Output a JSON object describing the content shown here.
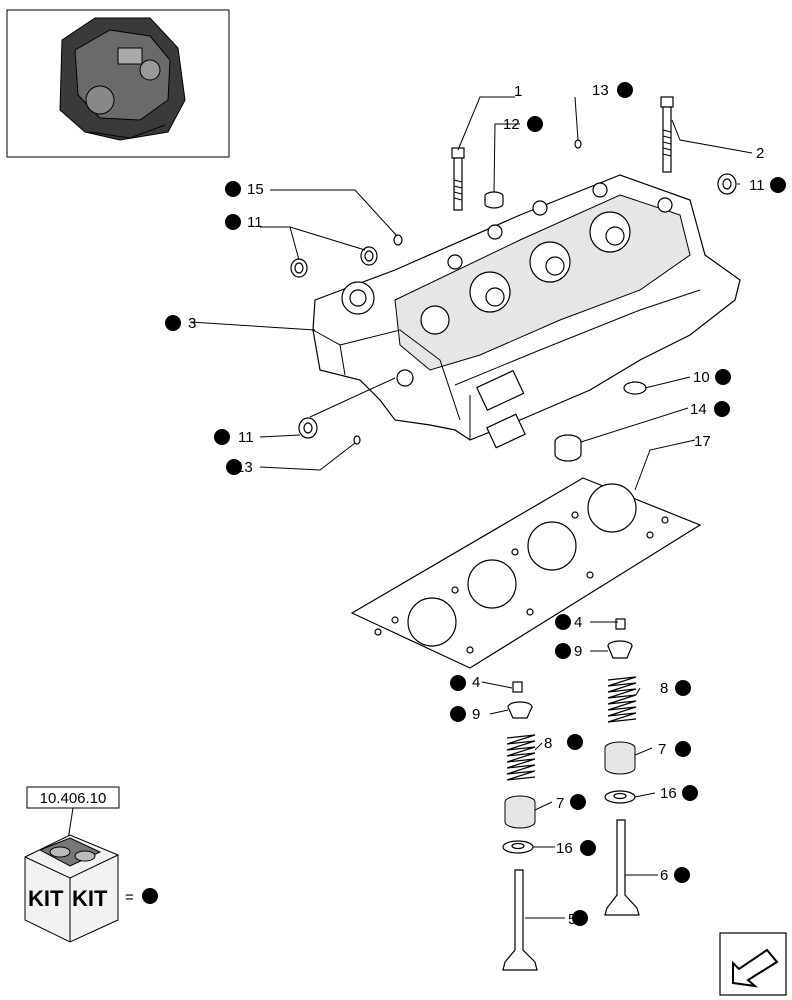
{
  "callouts": [
    {
      "id": "c1",
      "num": "1",
      "dot": false
    },
    {
      "id": "c2",
      "num": "2",
      "dot": false
    },
    {
      "id": "c3",
      "num": "3",
      "dot": true
    },
    {
      "id": "c4a",
      "num": "4",
      "dot": true
    },
    {
      "id": "c4b",
      "num": "4",
      "dot": true
    },
    {
      "id": "c5",
      "num": "5",
      "dot": true
    },
    {
      "id": "c6",
      "num": "6",
      "dot": true
    },
    {
      "id": "c7a",
      "num": "7",
      "dot": true
    },
    {
      "id": "c7b",
      "num": "7",
      "dot": true
    },
    {
      "id": "c8a",
      "num": "8",
      "dot": true
    },
    {
      "id": "c8b",
      "num": "8",
      "dot": true
    },
    {
      "id": "c9a",
      "num": "9",
      "dot": true
    },
    {
      "id": "c9b",
      "num": "9",
      "dot": true
    },
    {
      "id": "c10",
      "num": "10",
      "dot": true
    },
    {
      "id": "c11a",
      "num": "11",
      "dot": true
    },
    {
      "id": "c11b",
      "num": "11",
      "dot": true
    },
    {
      "id": "c11c",
      "num": "11",
      "dot": true
    },
    {
      "id": "c12",
      "num": "12",
      "dot": true
    },
    {
      "id": "c13a",
      "num": "13",
      "dot": true
    },
    {
      "id": "c13b",
      "num": "13",
      "dot": true
    },
    {
      "id": "c14",
      "num": "14",
      "dot": true
    },
    {
      "id": "c15",
      "num": "15",
      "dot": true
    },
    {
      "id": "c16a",
      "num": "16",
      "dot": true
    },
    {
      "id": "c16b",
      "num": "16",
      "dot": true
    },
    {
      "id": "c17",
      "num": "17",
      "dot": false
    }
  ],
  "kit": {
    "reference": "10.406.10",
    "left_label": "KIT",
    "right_label": "KIT",
    "equals": "="
  },
  "icons": [
    "engine-thumbnail",
    "kit-box-icon",
    "navigation-arrow-icon"
  ]
}
